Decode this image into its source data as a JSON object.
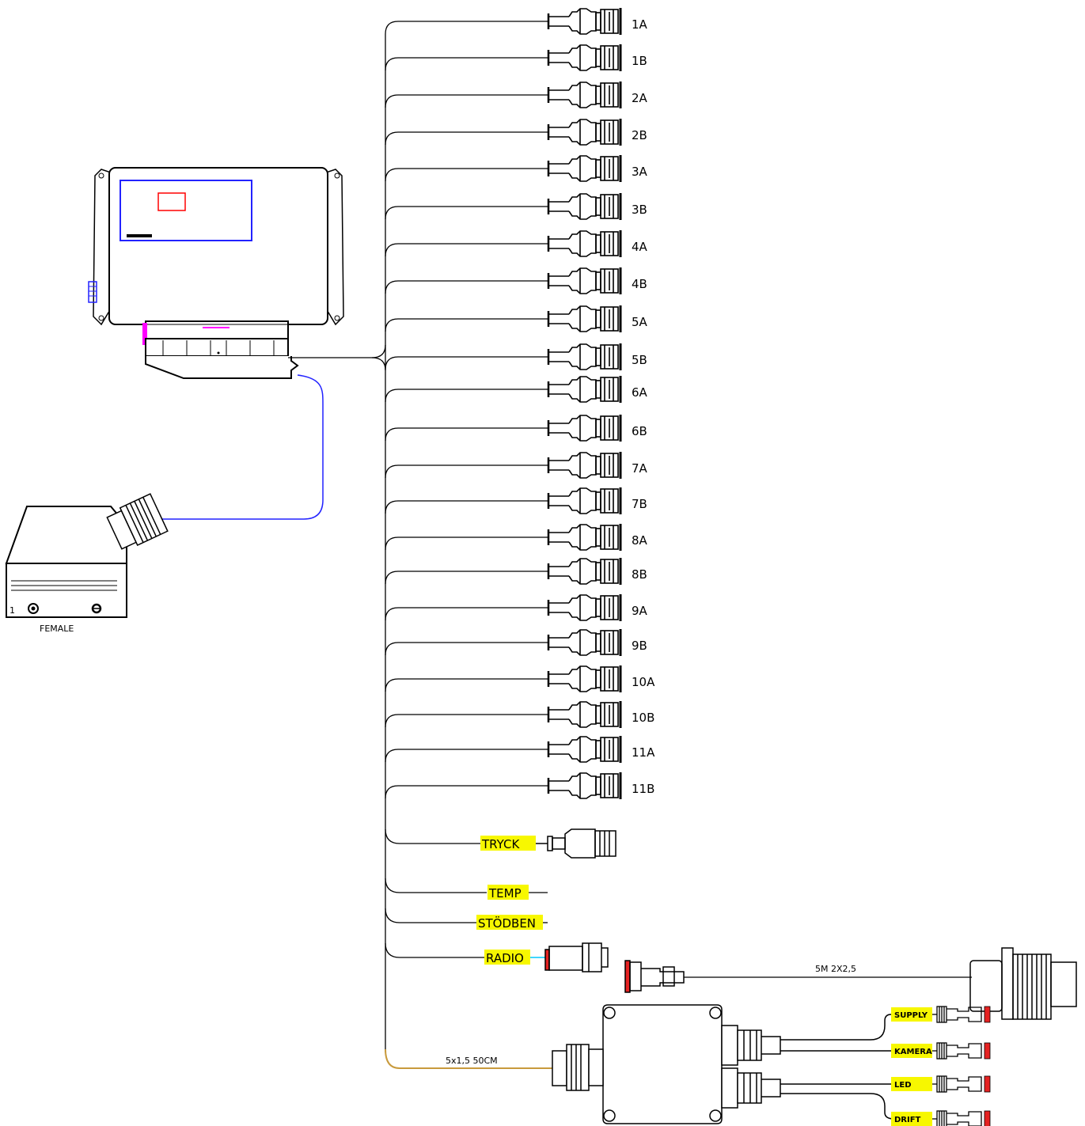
{
  "connectors": [
    "1A",
    "1B",
    "2A",
    "2B",
    "3A",
    "3B",
    "4A",
    "4B",
    "5A",
    "5B",
    "6A",
    "6B",
    "7A",
    "7B",
    "8A",
    "8B",
    "9A",
    "9B",
    "10A",
    "10B",
    "11A",
    "11B"
  ],
  "sensors": {
    "tryck": "TRYCK",
    "temp": "TEMP",
    "stodben": "STÖDBEN",
    "radio": "RADIO"
  },
  "female_label": "FEMALE",
  "female_pin": "1",
  "cable_radio": "5M 2X2,5",
  "cable_junction": "5x1,5  50CM",
  "junction_outputs": [
    "SUPPLY",
    "KAMERA",
    "LED",
    "DRIFT"
  ],
  "colors": {
    "wire": "#000000",
    "power_wire": "#2222ff",
    "screen_frame": "#2222ff",
    "screen_mark": "#ff0000",
    "connector_accent": "#ff00ff",
    "cable_junction": "#c89a3c",
    "radio_link": "#00c8ff",
    "label_highlight": "#f7f700",
    "plug_cap": "#e52222"
  }
}
